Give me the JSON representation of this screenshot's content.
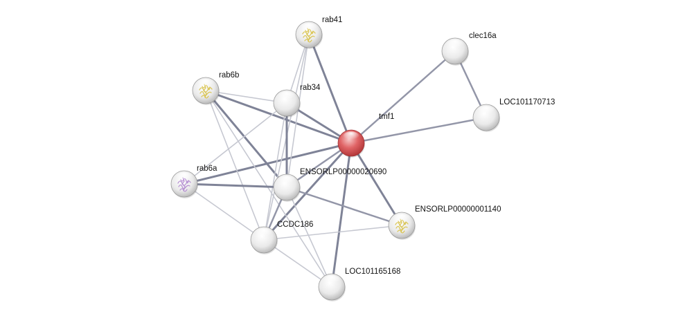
{
  "network": {
    "center": "tmf1",
    "nodes": [
      {
        "id": "tmf1",
        "label": "tmf1",
        "color": "red",
        "structure": "none"
      },
      {
        "id": "rab41",
        "label": "rab41",
        "color": "white",
        "structure": "yellow"
      },
      {
        "id": "clec16a",
        "label": "clec16a",
        "color": "white",
        "structure": "none"
      },
      {
        "id": "rab6b",
        "label": "rab6b",
        "color": "white",
        "structure": "yellow"
      },
      {
        "id": "rab34",
        "label": "rab34",
        "color": "white",
        "structure": "none"
      },
      {
        "id": "LOC101170713",
        "label": "LOC101170713",
        "color": "white",
        "structure": "none"
      },
      {
        "id": "rab6a",
        "label": "rab6a",
        "color": "white",
        "structure": "purple"
      },
      {
        "id": "ENSORLP00000020690",
        "label": "ENSORLP00000020690",
        "color": "white",
        "structure": "none"
      },
      {
        "id": "ENSORLP00000001140",
        "label": "ENSORLP00000001140",
        "color": "white",
        "structure": "yellow"
      },
      {
        "id": "CCDC186",
        "label": "CCDC186",
        "color": "white",
        "structure": "none"
      },
      {
        "id": "LOC101165168",
        "label": "LOC101165168",
        "color": "white",
        "structure": "none"
      }
    ],
    "edges": [
      {
        "source": "tmf1",
        "target": "rab41",
        "strength": "strong"
      },
      {
        "source": "tmf1",
        "target": "clec16a",
        "strength": "medium"
      },
      {
        "source": "tmf1",
        "target": "LOC101170713",
        "strength": "medium"
      },
      {
        "source": "tmf1",
        "target": "rab6b",
        "strength": "strong"
      },
      {
        "source": "tmf1",
        "target": "rab34",
        "strength": "strong"
      },
      {
        "source": "tmf1",
        "target": "rab6a",
        "strength": "strong"
      },
      {
        "source": "tmf1",
        "target": "ENSORLP00000020690",
        "strength": "medium"
      },
      {
        "source": "tmf1",
        "target": "ENSORLP00000001140",
        "strength": "strong"
      },
      {
        "source": "tmf1",
        "target": "CCDC186",
        "strength": "strong"
      },
      {
        "source": "tmf1",
        "target": "LOC101165168",
        "strength": "strong"
      },
      {
        "source": "clec16a",
        "target": "LOC101170713",
        "strength": "medium"
      },
      {
        "source": "rab6b",
        "target": "rab34",
        "strength": "light"
      },
      {
        "source": "rab6b",
        "target": "ENSORLP00000020690",
        "strength": "strong"
      },
      {
        "source": "rab6b",
        "target": "CCDC186",
        "strength": "light"
      },
      {
        "source": "rab6b",
        "target": "LOC101165168",
        "strength": "light"
      },
      {
        "source": "rab41",
        "target": "rab34",
        "strength": "light"
      },
      {
        "source": "rab41",
        "target": "ENSORLP00000020690",
        "strength": "light"
      },
      {
        "source": "rab41",
        "target": "CCDC186",
        "strength": "light"
      },
      {
        "source": "rab34",
        "target": "rab6a",
        "strength": "light"
      },
      {
        "source": "rab34",
        "target": "ENSORLP00000020690",
        "strength": "strong"
      },
      {
        "source": "rab34",
        "target": "CCDC186",
        "strength": "light"
      },
      {
        "source": "rab6a",
        "target": "ENSORLP00000020690",
        "strength": "strong"
      },
      {
        "source": "rab6a",
        "target": "CCDC186",
        "strength": "light"
      },
      {
        "source": "ENSORLP00000020690",
        "target": "ENSORLP00000001140",
        "strength": "medium"
      },
      {
        "source": "ENSORLP00000020690",
        "target": "CCDC186",
        "strength": "medium"
      },
      {
        "source": "ENSORLP00000020690",
        "target": "LOC101165168",
        "strength": "light"
      },
      {
        "source": "CCDC186",
        "target": "ENSORLP00000001140",
        "strength": "light"
      },
      {
        "source": "CCDC186",
        "target": "LOC101165168",
        "strength": "light"
      }
    ],
    "colors": {
      "edge_strong": "#7f8397",
      "edge_medium": "#9396a8",
      "edge_light": "#c6c8d1",
      "node_red": "#d7494b",
      "node_white": "#e4e4e4",
      "structure_yellow": "#d8c24a",
      "structure_purple": "#b38ad0"
    }
  }
}
